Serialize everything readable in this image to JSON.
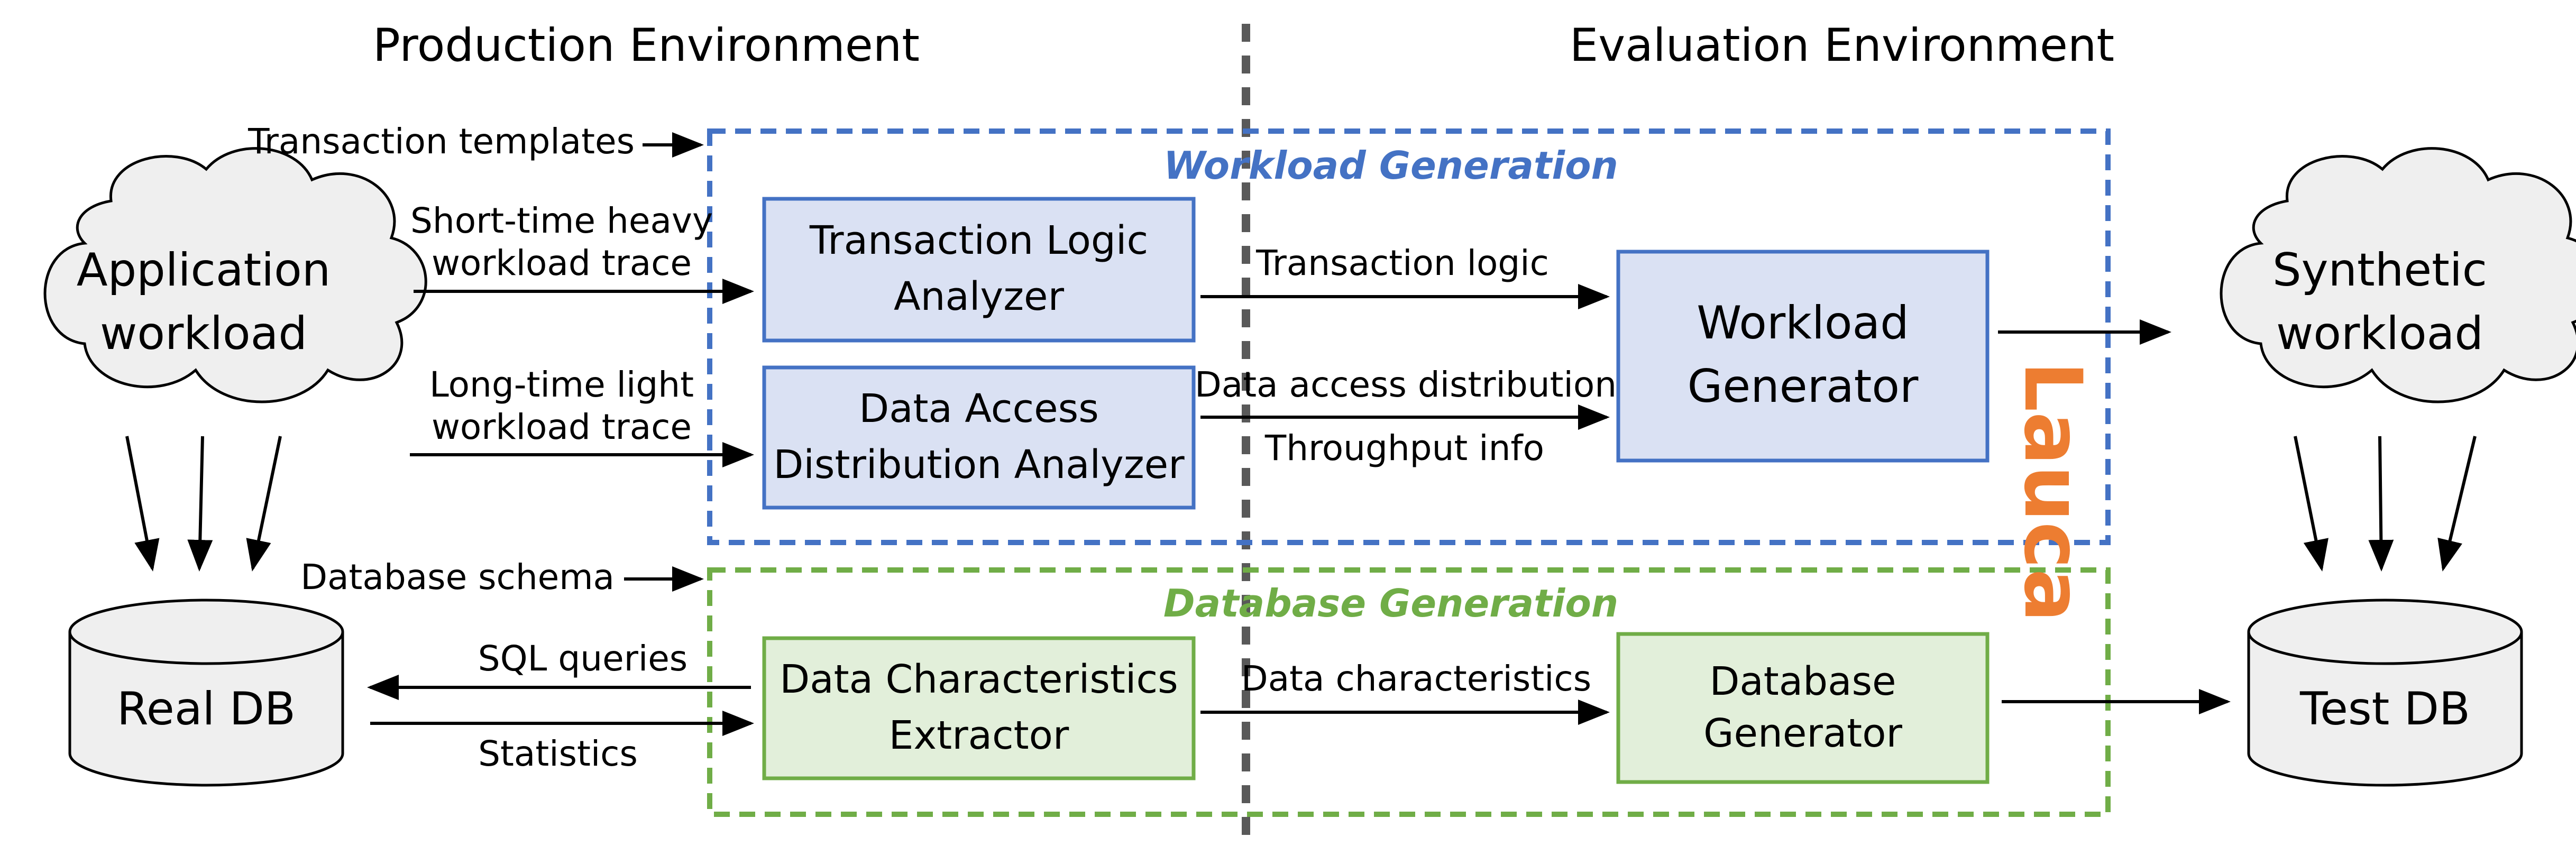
{
  "headers": {
    "production": "Production Environment",
    "evaluation": "Evaluation Environment"
  },
  "brand": {
    "name": "Lauca",
    "color": "#ED7D31"
  },
  "sections": {
    "workload": {
      "title": "Workload Generation",
      "color": "#4472C4"
    },
    "database": {
      "title": "Database Generation",
      "color": "#70AD47"
    }
  },
  "clouds": {
    "application": [
      "Application",
      "workload"
    ],
    "synthetic": [
      "Synthetic",
      "workload"
    ]
  },
  "databases": {
    "real": "Real DB",
    "test": "Test DB"
  },
  "boxes": {
    "transaction_logic_analyzer": [
      "Transaction Logic",
      "Analyzer"
    ],
    "data_access_analyzer": [
      "Data Access",
      "Distribution Analyzer"
    ],
    "workload_generator": [
      "Workload",
      "Generator"
    ],
    "data_characteristics_extractor": [
      "Data Characteristics",
      "Extractor"
    ],
    "database_generator": [
      "Database",
      "Generator"
    ]
  },
  "edges": {
    "transaction_templates": "Transaction templates",
    "short_trace": [
      "Short-time heavy",
      "workload trace"
    ],
    "long_trace": [
      "Long-time light",
      "workload trace"
    ],
    "database_schema": "Database schema",
    "sql_queries": "SQL queries",
    "statistics": "Statistics",
    "transaction_logic": "Transaction logic",
    "data_access_distribution": "Data access distribution",
    "throughput_info": "Throughput info",
    "data_characteristics": "Data characteristics"
  }
}
